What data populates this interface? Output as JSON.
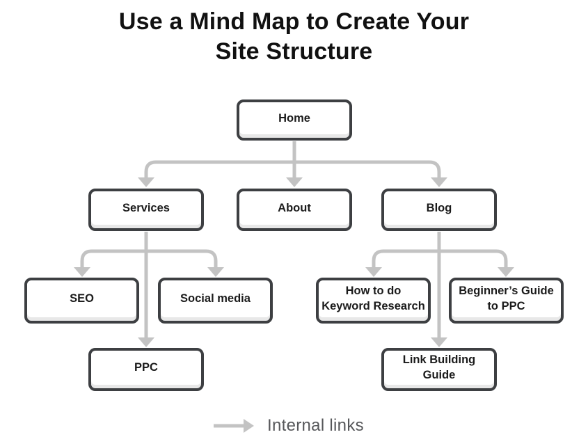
{
  "title": "Use a Mind Map to Create Your\nSite Structure",
  "colors": {
    "node_border": "#3d3f42",
    "node_fill": "#ffffff",
    "node_shade": "#e8e8e8",
    "connector": "#c3c3c3",
    "title_text": "#111111",
    "node_text": "#1b1b1b",
    "legend_text": "#56575a",
    "background": "#ffffff"
  },
  "mindmap": {
    "nodes": [
      {
        "id": "home",
        "label": "Home",
        "level": 1
      },
      {
        "id": "services",
        "label": "Services",
        "level": 2
      },
      {
        "id": "about",
        "label": "About",
        "level": 2
      },
      {
        "id": "blog",
        "label": "Blog",
        "level": 2
      },
      {
        "id": "seo",
        "label": "SEO",
        "level": 3
      },
      {
        "id": "social-media",
        "label": "Social media",
        "level": 3
      },
      {
        "id": "ppc",
        "label": "PPC",
        "level": 3
      },
      {
        "id": "how-to-do-keyword-research",
        "label": "How to do\nKeyword Research",
        "level": 3
      },
      {
        "id": "beginners-guide-to-ppc",
        "label": "Beginner’s Guide\nto PPC",
        "level": 3
      },
      {
        "id": "link-building-guide",
        "label": "Link Building\nGuide",
        "level": 3
      }
    ],
    "edges": [
      {
        "from": "home",
        "to": "services",
        "type": "internal-link"
      },
      {
        "from": "home",
        "to": "about",
        "type": "internal-link"
      },
      {
        "from": "home",
        "to": "blog",
        "type": "internal-link"
      },
      {
        "from": "services",
        "to": "seo",
        "type": "internal-link"
      },
      {
        "from": "services",
        "to": "social-media",
        "type": "internal-link"
      },
      {
        "from": "services",
        "to": "ppc",
        "type": "internal-link"
      },
      {
        "from": "blog",
        "to": "how-to-do-keyword-research",
        "type": "internal-link"
      },
      {
        "from": "blog",
        "to": "beginners-guide-to-ppc",
        "type": "internal-link"
      },
      {
        "from": "blog",
        "to": "link-building-guide",
        "type": "internal-link"
      }
    ]
  },
  "legend": {
    "label": "Internal links",
    "icon": "right-arrow"
  }
}
